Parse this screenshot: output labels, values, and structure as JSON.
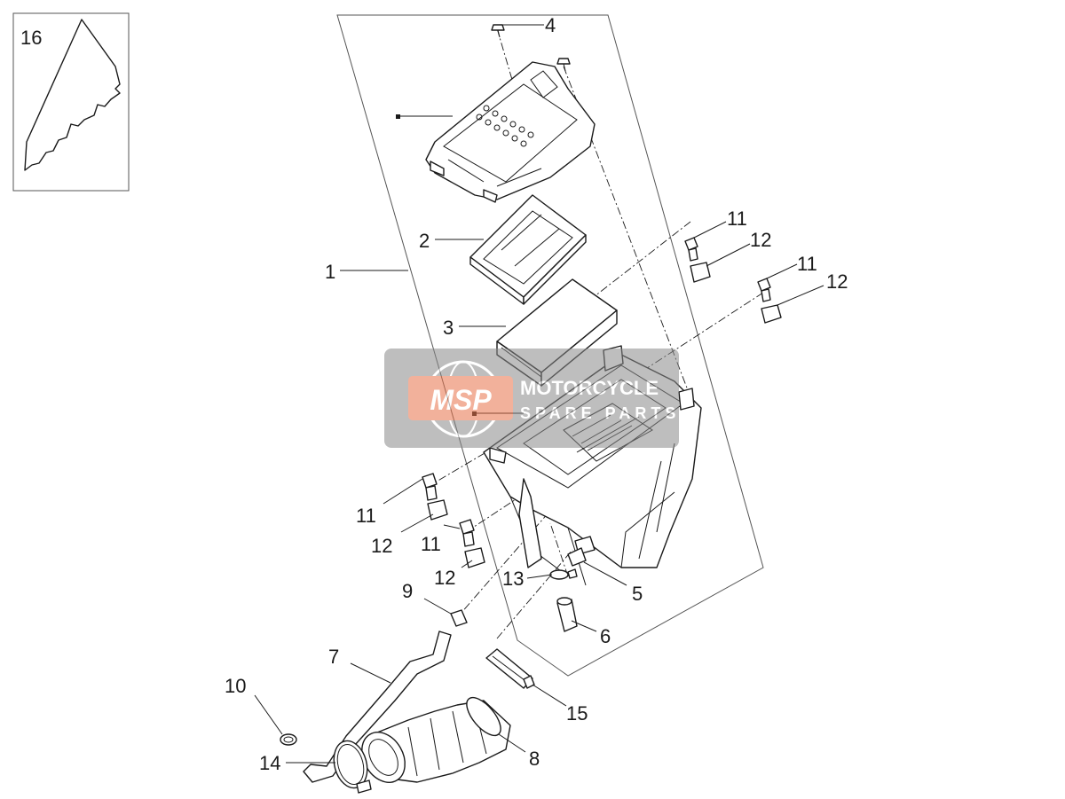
{
  "diagram": {
    "callouts": [
      "1",
      "2",
      "3",
      "4",
      "5",
      "6",
      "7",
      "8",
      "9",
      "10",
      "11",
      "12",
      "13",
      "14",
      "15",
      "16"
    ]
  },
  "watermark": {
    "logo_text": "MSP",
    "line1": "MOTORCYCLE",
    "line2": "SPARE PARTS",
    "badge_color": "#e8734a",
    "panel_color": "#8a8a8a"
  }
}
